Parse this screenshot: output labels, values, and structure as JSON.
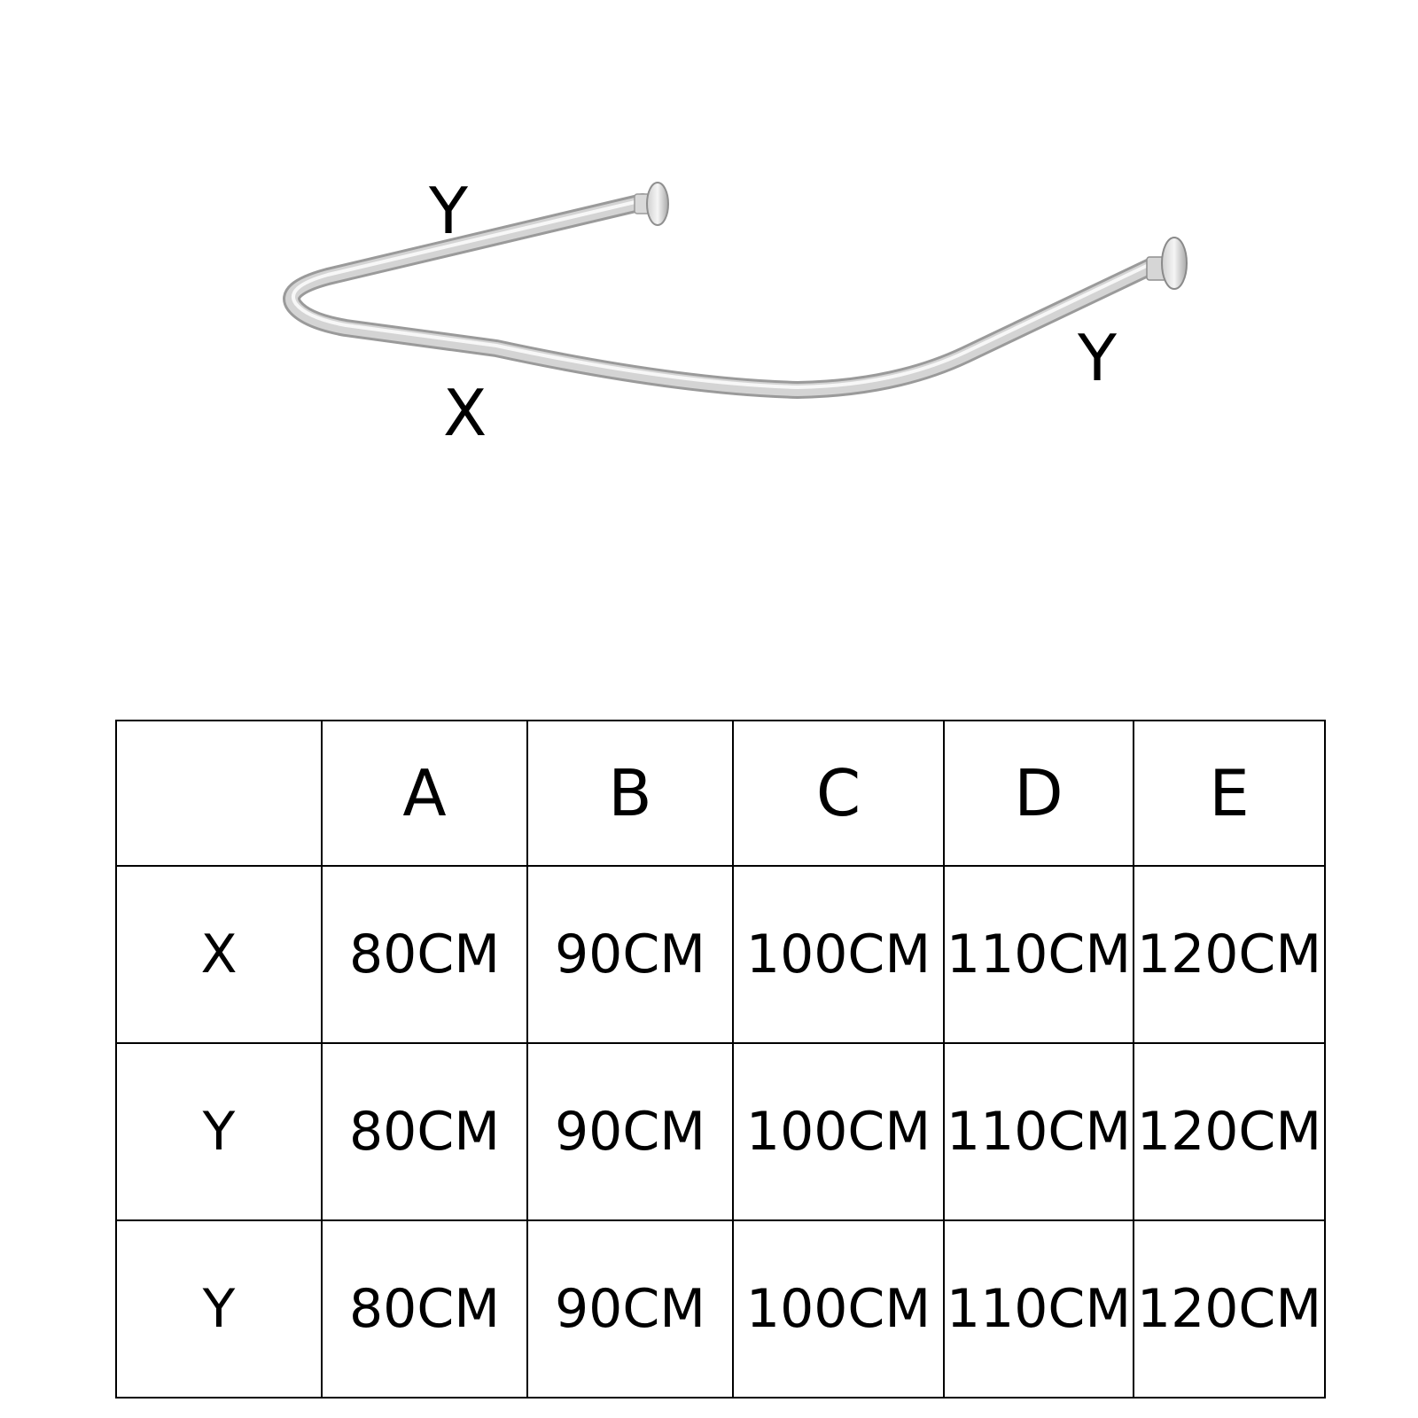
{
  "diagram": {
    "labels": {
      "y_top": "Y",
      "y_right": "Y",
      "x_bottom": "X"
    },
    "colors": {
      "rod_light": "#f2f2f2",
      "rod_mid": "#d4d4d4",
      "rod_dark": "#9a9a9a",
      "text": "#000000"
    }
  },
  "table": {
    "columns": [
      "",
      "A",
      "B",
      "C",
      "D",
      "E"
    ],
    "rows": [
      {
        "label": "X",
        "values": [
          "80CM",
          "90CM",
          "100CM",
          "110CM",
          "120CM"
        ]
      },
      {
        "label": "Y",
        "values": [
          "80CM",
          "90CM",
          "100CM",
          "110CM",
          "120CM"
        ]
      },
      {
        "label": "Y",
        "values": [
          "80CM",
          "90CM",
          "100CM",
          "110CM",
          "120CM"
        ]
      }
    ]
  }
}
